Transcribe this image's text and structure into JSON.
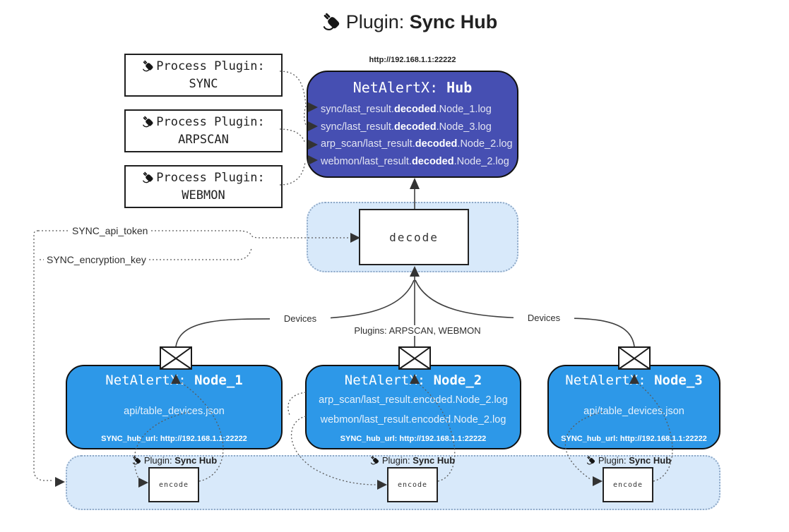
{
  "colors": {
    "hub_fill": "#464FB2",
    "node_fill": "#2D98E8",
    "panel_fill": "#D8E9FA",
    "panel_border": "#8FA9C7"
  },
  "title": {
    "prefix": "Plugin: ",
    "name": "Sync Hub"
  },
  "process_plugins": [
    {
      "label": "Process Plugin:",
      "name": "SYNC"
    },
    {
      "label": "Process Plugin:",
      "name": "ARPSCAN"
    },
    {
      "label": "Process Plugin:",
      "name": "WEBMON"
    }
  ],
  "hub": {
    "url": "http://192.168.1.1:22222",
    "title_prefix": "NetAlertX: ",
    "title_name": "Hub",
    "logs": [
      {
        "pre": "sync/last_result.",
        "mid": "decoded",
        "post": ".Node_1.log"
      },
      {
        "pre": "sync/last_result.",
        "mid": "decoded",
        "post": ".Node_3.log"
      },
      {
        "pre": "arp_scan/last_result.",
        "mid": "decoded",
        "post": ".Node_2.log"
      },
      {
        "pre": "webmon/last_result.",
        "mid": "decoded",
        "post": ".Node_2.log"
      }
    ]
  },
  "decode_label": "decode",
  "config": {
    "api_token": "SYNC_api_token",
    "encryption_key": "SYNC_encryption_key"
  },
  "edges": {
    "devices_left": "Devices",
    "devices_right": "Devices",
    "plugins_mid": "Plugins: ARPSCAN, WEBMON"
  },
  "nodes": [
    {
      "title_prefix": "NetAlertX: ",
      "title_name": "Node_1",
      "line1": "api/table_devices.json",
      "hub_url": "SYNC_hub_url: http://192.168.1.1:22222"
    },
    {
      "title_prefix": "NetAlertX: ",
      "title_name": "Node_2",
      "line1": "arp_scan/last_result.encoded.Node_2.log",
      "line2": "webmon/last_result.encoded.Node_2.log",
      "hub_url": "SYNC_hub_url: http://192.168.1.1:22222"
    },
    {
      "title_prefix": "NetAlertX: ",
      "title_name": "Node_3",
      "line1": "api/table_devices.json",
      "hub_url": "SYNC_hub_url: http://192.168.1.1:22222"
    }
  ],
  "encoder": {
    "plugin_prefix": "Plugin: ",
    "plugin_name": "Sync Hub",
    "label": "encode"
  }
}
